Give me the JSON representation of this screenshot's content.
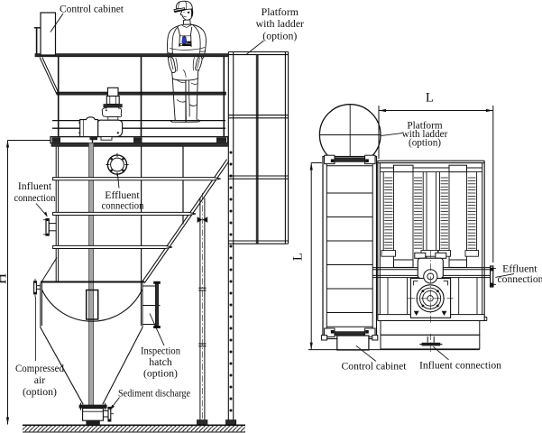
{
  "drawing": {
    "type": "technical-diagram",
    "subject": "settling tank / clarifier with platform, two orthographic views",
    "views": [
      "side elevation (left)",
      "end view (right)"
    ]
  },
  "labels": {
    "control_cabinet_left": "Control cabinet",
    "platform_ladder_left": [
      "Platform",
      "with ladder",
      "(option)"
    ],
    "influent_left": [
      "Influent",
      "connection"
    ],
    "effluent_left": [
      "Effluent",
      "connection"
    ],
    "compressed_air": [
      "Compressed",
      "air",
      "(option)"
    ],
    "inspection_hatch": [
      "Inspection",
      "hatch",
      "(option)"
    ],
    "sediment_discharge": "Sediment discharge",
    "dim_height": "H",
    "dim_length_top": "L",
    "dim_length_side": "L",
    "platform_ladder_right": [
      "Platform",
      "with ladder",
      "(option)"
    ],
    "effluent_right": [
      "Effluent",
      "connection"
    ],
    "control_cabinet_right": "Control cabinet",
    "influent_right": "Influent connection"
  },
  "colors": {
    "line": "#111111",
    "shaft_gray": "#a6a6a6",
    "emblem_blue": "#2838c8",
    "background": "#ffffff"
  }
}
